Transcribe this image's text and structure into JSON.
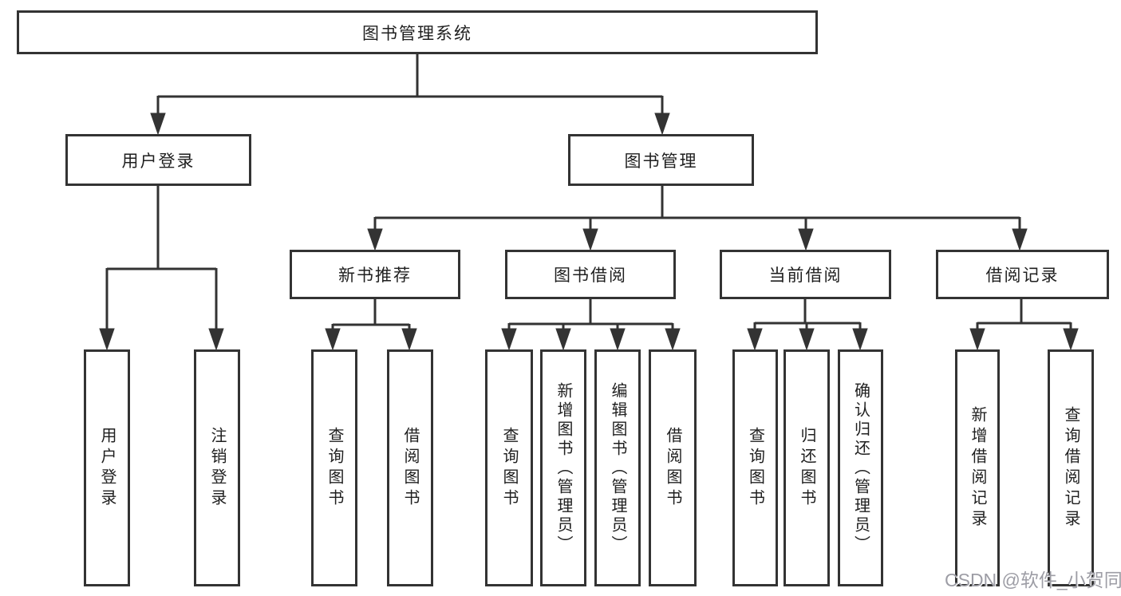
{
  "title": "图书管理系统",
  "level2": [
    "用户登录",
    "图书管理"
  ],
  "level3": [
    "新书推荐",
    "图书借阅",
    "当前借阅",
    "借阅记录"
  ],
  "leaves": {
    "login": [
      "用户登录",
      "注销登录"
    ],
    "recommend": [
      "查询图书",
      "借阅图书"
    ],
    "borrow": [
      "查询图书",
      "新增图书（管理员）",
      "编辑图书（管理员）",
      "借阅图书"
    ],
    "current": [
      "查询图书",
      "归还图书",
      "确认归还（管理员）"
    ],
    "records": [
      "新增借阅记录",
      "查询借阅记录"
    ]
  },
  "watermark": "CSDN @软件_小贺同学",
  "colors": {
    "line": "#333333",
    "text": "#1f1f1f",
    "watermark": "#9d9da5",
    "background": "#ffffff"
  }
}
